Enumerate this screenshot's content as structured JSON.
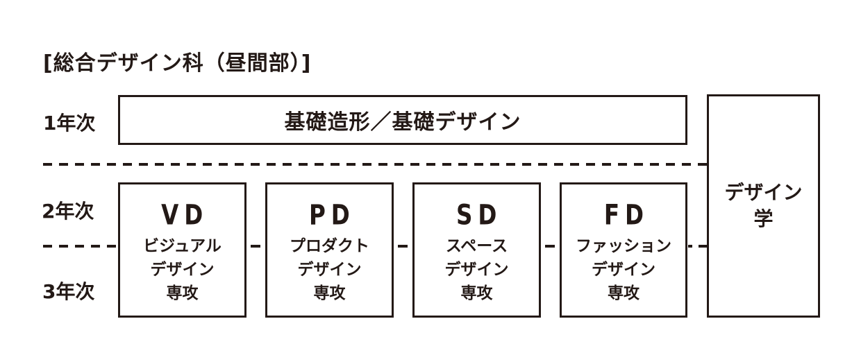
{
  "title": "[総合デザイン科（昼間部）]",
  "years": [
    {
      "label": "1年次"
    },
    {
      "label": "2年次"
    },
    {
      "label": "3年次"
    }
  ],
  "foundation": {
    "label": "基礎造形／基礎デザイン"
  },
  "majors": [
    {
      "code": "VD",
      "name_lines": [
        "ビジュアル",
        "デザイン",
        "専攻"
      ]
    },
    {
      "code": "PD",
      "name_lines": [
        "プロダクト",
        "デザイン",
        "専攻"
      ]
    },
    {
      "code": "SD",
      "name_lines": [
        "スペース",
        "デザイン",
        "専攻"
      ]
    },
    {
      "code": "FD",
      "name_lines": [
        "ファッション",
        "デザイン",
        "専攻"
      ]
    }
  ],
  "design_studies": {
    "lines": [
      "デザイン",
      "学"
    ]
  },
  "colors": {
    "ink": "#231916",
    "background": "#ffffff"
  }
}
